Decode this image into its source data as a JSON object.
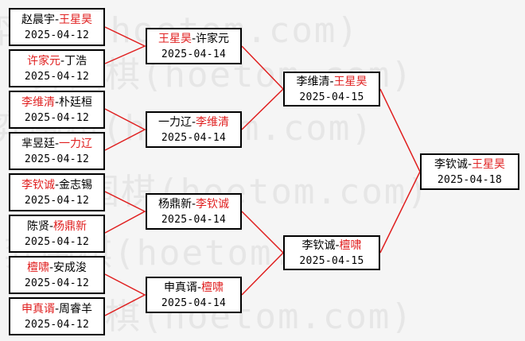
{
  "watermark": "弈围棋(hoetom.com)",
  "matches": [
    {
      "p1": "赵晨宇",
      "p2": "王星昊",
      "winner": 2,
      "date": "2025-04-12"
    },
    {
      "p1": "许家元",
      "p2": "丁浩",
      "winner": 1,
      "date": "2025-04-12"
    },
    {
      "p1": "李维清",
      "p2": "朴廷桓",
      "winner": 1,
      "date": "2025-04-12"
    },
    {
      "p1": "芈昱廷",
      "p2": "一力辽",
      "winner": 2,
      "date": "2025-04-12"
    },
    {
      "p1": "李钦诚",
      "p2": "金志锡",
      "winner": 1,
      "date": "2025-04-12"
    },
    {
      "p1": "陈贤",
      "p2": "杨鼎新",
      "winner": 2,
      "date": "2025-04-12"
    },
    {
      "p1": "檀啸",
      "p2": "安成浚",
      "winner": 1,
      "date": "2025-04-12"
    },
    {
      "p1": "申真谞",
      "p2": "周睿羊",
      "winner": 1,
      "date": "2025-04-12"
    },
    {
      "p1": "王星昊",
      "p2": "许家元",
      "winner": 1,
      "date": "2025-04-14"
    },
    {
      "p1": "一力辽",
      "p2": "李维清",
      "winner": 2,
      "date": "2025-04-14"
    },
    {
      "p1": "杨鼎新",
      "p2": "李钦诚",
      "winner": 2,
      "date": "2025-04-14"
    },
    {
      "p1": "申真谞",
      "p2": "檀啸",
      "winner": 2,
      "date": "2025-04-14"
    },
    {
      "p1": "李维清",
      "p2": "王星昊",
      "winner": 2,
      "date": "2025-04-15"
    },
    {
      "p1": "李钦诚",
      "p2": "檀啸",
      "winner": 2,
      "date": "2025-04-15"
    },
    {
      "p1": "李钦诚",
      "p2": "王星昊",
      "winner": 2,
      "date": "2025-04-18"
    }
  ],
  "colors": {
    "winner": "#e02020",
    "line": "#e02020",
    "border": "#000000",
    "background": "#f5f5f5"
  },
  "separator": "-"
}
